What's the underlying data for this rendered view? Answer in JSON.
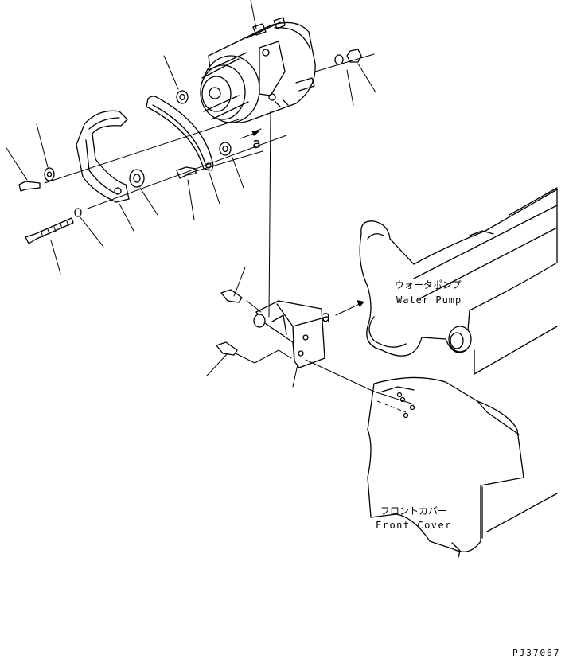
{
  "labels": {
    "water_pump_jp": "ウォータポンプ",
    "water_pump_en": "Water Pump",
    "front_cover_jp": "フロントカバー",
    "front_cover_en": "Front Cover",
    "mark_a_top": "a",
    "mark_a_mid": "a",
    "drawing_code": "PJ37067"
  }
}
